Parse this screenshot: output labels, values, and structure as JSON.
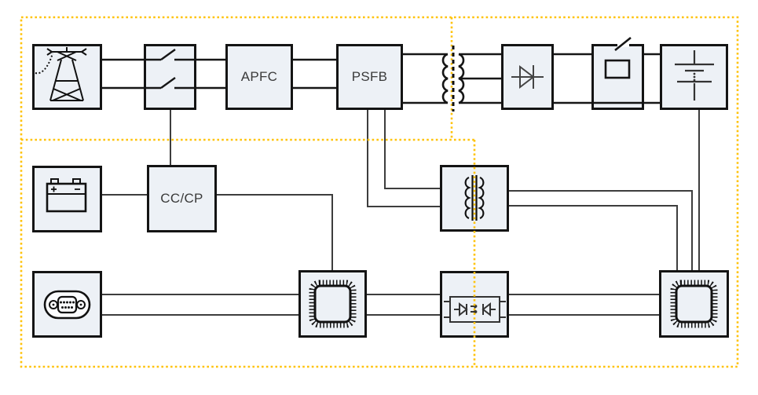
{
  "diagram": {
    "type": "power-converter-block-diagram",
    "labels": {
      "apfc": "APFC",
      "psfb": "PSFB",
      "cccp": "CC/CP"
    },
    "blocks": [
      {
        "id": "ac-grid",
        "icon": "power-grid-icon"
      },
      {
        "id": "input-switch",
        "icon": "switch-icon"
      },
      {
        "id": "apfc",
        "label": "APFC"
      },
      {
        "id": "psfb",
        "label": "PSFB"
      },
      {
        "id": "main-transformer",
        "icon": "transformer-icon"
      },
      {
        "id": "output-rectifier",
        "icon": "diode-icon"
      },
      {
        "id": "output-relay",
        "icon": "relay-icon"
      },
      {
        "id": "output-battery",
        "icon": "battery-terminal-icon"
      },
      {
        "id": "aux-battery",
        "icon": "battery-icon"
      },
      {
        "id": "cccp",
        "label": "CC/CP"
      },
      {
        "id": "gate-transformer",
        "icon": "transformer-icon"
      },
      {
        "id": "db9-port",
        "icon": "db9-connector-icon"
      },
      {
        "id": "primary-mcu",
        "icon": "mcu-icon"
      },
      {
        "id": "optocoupler",
        "icon": "optocoupler-icon"
      },
      {
        "id": "secondary-mcu",
        "icon": "mcu-icon"
      }
    ],
    "colors": {
      "block_fill": "#edf1f6",
      "block_border": "#141414",
      "power_wire": "#161616",
      "signal_wire": "#3d3d3d",
      "isolation_boundary": "#ffc30b",
      "label_text": "#3a3a3a",
      "background": "#ffffff"
    }
  }
}
